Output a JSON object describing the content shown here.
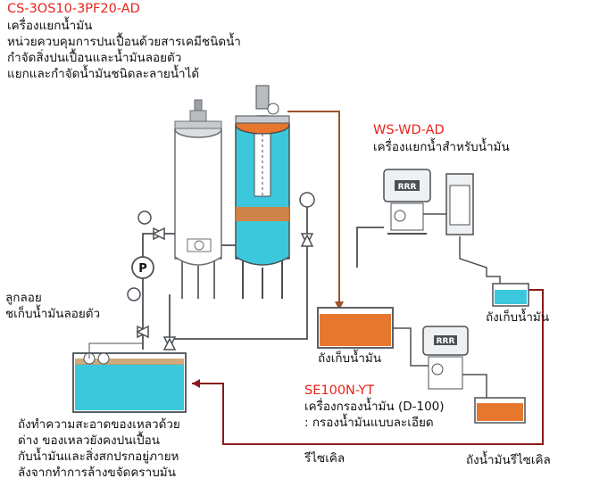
{
  "title_block": {
    "model": "CS-3OS10-3PF20-AD",
    "lines": [
      "เครื่องแยกน้ำมัน",
      "หน่วยควบคุมการปนเปื้อนด้วยสารเคมีชนิดน้ำ",
      "กำจัดสิ่งปนเปื้อนและน้ำมันลอยตัว",
      "แยกและกำจัดน้ำมันชนิดละลายน้ำได้"
    ]
  },
  "ws_block": {
    "model": "WS-WD-AD",
    "line": "เครื่องแยกน้ำสำหรับน้ำมัน"
  },
  "oil_tank_right": "ถังเก็บน้ำมัน",
  "oil_tank_center": "ถังเก็บน้ำมัน",
  "skimmer": {
    "lines": [
      "ลูกลอย",
      "ชเก็บน้ำมันลอยตัว"
    ]
  },
  "se_block": {
    "model": "SE100N-YT",
    "lines": [
      "เครื่องกรองน้ำมัน (D-100)",
      ": กรองน้ำมันแบบละเอียด"
    ]
  },
  "wash_tank": {
    "lines": [
      "ถังทำความสะอาดของเหลวด้วย",
      "ด่าง ของเหลวยังคงปนเปื้อน",
      "กับน้ำมันและสิ่งสกปรกอยู่ภายห",
      "ลังจากทำการล้างขจัดคราบมัน"
    ]
  },
  "recycle_label": "รีไซเคิล",
  "recycled_oil_tank": "ถังน้ำมันรีไซเคิล",
  "gauge_symbol": "P",
  "filter_badge": "RRR",
  "colors": {
    "label_red": "#e8231a",
    "water_cyan": "#3cc8dc",
    "oil_orange": "#e8772e",
    "pipe_brown": "#a0522d",
    "tank_grey": "#9aa0a6"
  }
}
